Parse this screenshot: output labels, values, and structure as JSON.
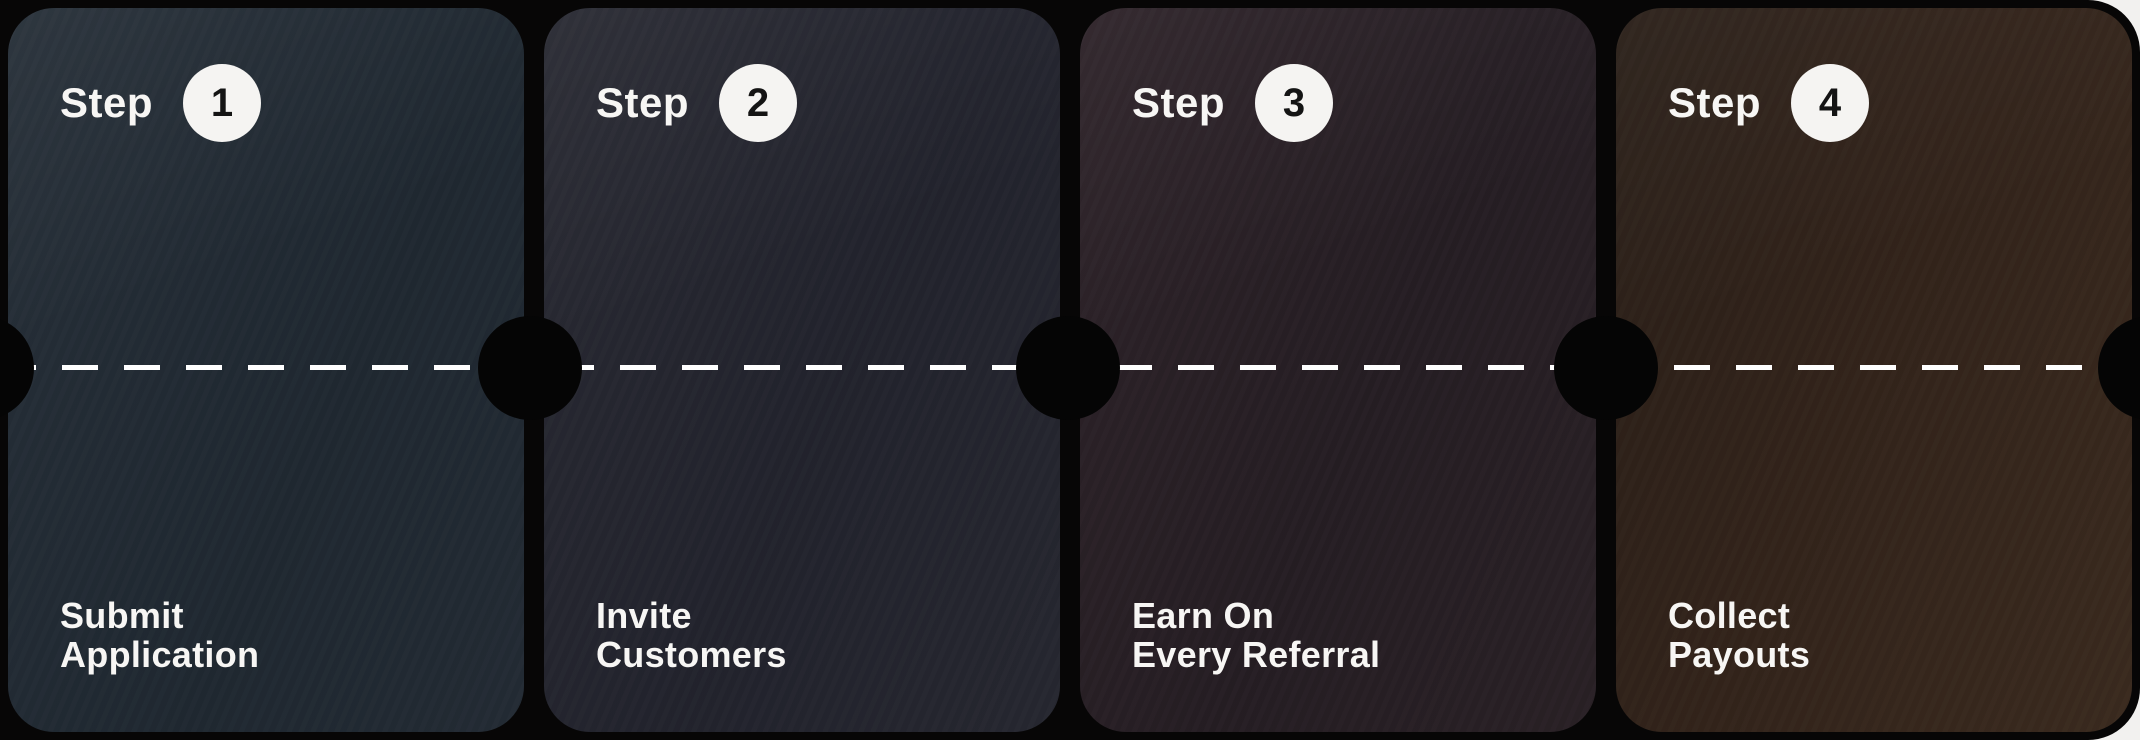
{
  "section": {
    "name": "referral-program-steps"
  },
  "steps": [
    {
      "label": "Step",
      "number": "1",
      "title_line1": "Submit",
      "title_line2": "Application"
    },
    {
      "label": "Step",
      "number": "2",
      "title_line1": "Invite",
      "title_line2": "Customers"
    },
    {
      "label": "Step",
      "number": "3",
      "title_line1": "Earn On",
      "title_line2": "Every Referral"
    },
    {
      "label": "Step",
      "number": "4",
      "title_line1": "Collect",
      "title_line2": "Payouts"
    }
  ],
  "colors": {
    "page_bg": "#f2f1ef",
    "backdrop_bg": "#070606",
    "card1_bg": "#212a33",
    "card2_bg": "#24252f",
    "card3_bg": "#2a2127",
    "card4_bg": "#32231a",
    "dash": "#ffffff",
    "connector_dot": "#050505",
    "badge_bg": "#f5f4f2",
    "badge_text": "#141414",
    "text": "#f7f6f4"
  }
}
